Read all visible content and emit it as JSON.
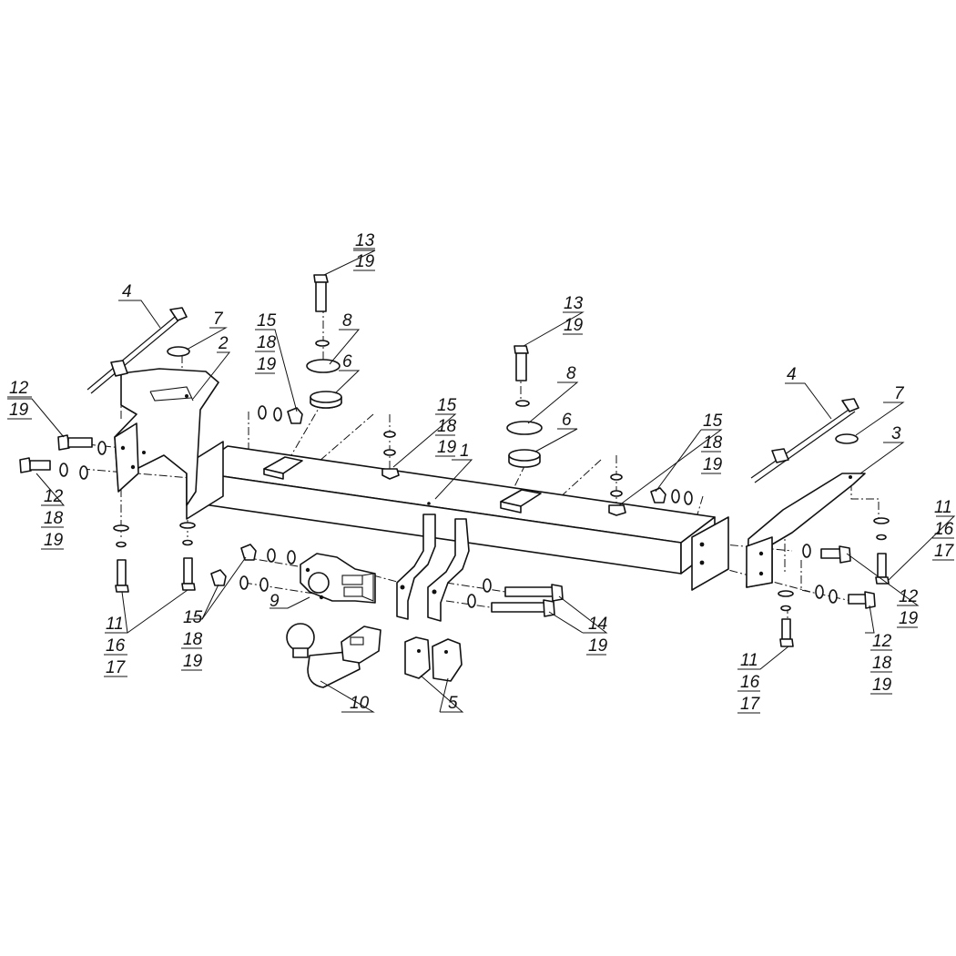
{
  "callouts": [
    {
      "id": "c-4-left",
      "lines": [
        "4"
      ]
    },
    {
      "id": "c-7-left",
      "lines": [
        "7"
      ]
    },
    {
      "id": "c-2",
      "lines": [
        "2"
      ]
    },
    {
      "id": "c-12-left-top",
      "lines": [
        "12",
        "19"
      ]
    },
    {
      "id": "c-12-left-bottom",
      "lines": [
        "12",
        "18",
        "19"
      ]
    },
    {
      "id": "c-13-left",
      "lines": [
        "13",
        "19"
      ]
    },
    {
      "id": "c-15-left-top",
      "lines": [
        "15",
        "18",
        "19"
      ]
    },
    {
      "id": "c-8-left",
      "lines": [
        "8"
      ]
    },
    {
      "id": "c-6-left",
      "lines": [
        "6"
      ]
    },
    {
      "id": "c-15-mid",
      "lines": [
        "15",
        "18",
        "19"
      ]
    },
    {
      "id": "c-1",
      "lines": [
        "1"
      ]
    },
    {
      "id": "c-13-right",
      "lines": [
        "13",
        "19"
      ]
    },
    {
      "id": "c-8-right",
      "lines": [
        "8"
      ]
    },
    {
      "id": "c-6-right",
      "lines": [
        "6"
      ]
    },
    {
      "id": "c-15-right",
      "lines": [
        "15",
        "18",
        "19"
      ]
    },
    {
      "id": "c-4-right",
      "lines": [
        "4"
      ]
    },
    {
      "id": "c-7-right",
      "lines": [
        "7"
      ]
    },
    {
      "id": "c-3",
      "lines": [
        "3"
      ]
    },
    {
      "id": "c-11-right-top",
      "lines": [
        "11",
        "16",
        "17"
      ]
    },
    {
      "id": "c-12-right-top",
      "lines": [
        "12",
        "19"
      ]
    },
    {
      "id": "c-12-right-bottom",
      "lines": [
        "12",
        "18",
        "19"
      ]
    },
    {
      "id": "c-11-right-bottom",
      "lines": [
        "11",
        "16",
        "17"
      ]
    },
    {
      "id": "c-11-left",
      "lines": [
        "11",
        "16",
        "17"
      ]
    },
    {
      "id": "c-15-left-bottom",
      "lines": [
        "15",
        "18",
        "19"
      ]
    },
    {
      "id": "c-9",
      "lines": [
        "9"
      ]
    },
    {
      "id": "c-10",
      "lines": [
        "10"
      ]
    },
    {
      "id": "c-5",
      "lines": [
        "5"
      ]
    },
    {
      "id": "c-14",
      "lines": [
        "14",
        "19"
      ]
    }
  ]
}
